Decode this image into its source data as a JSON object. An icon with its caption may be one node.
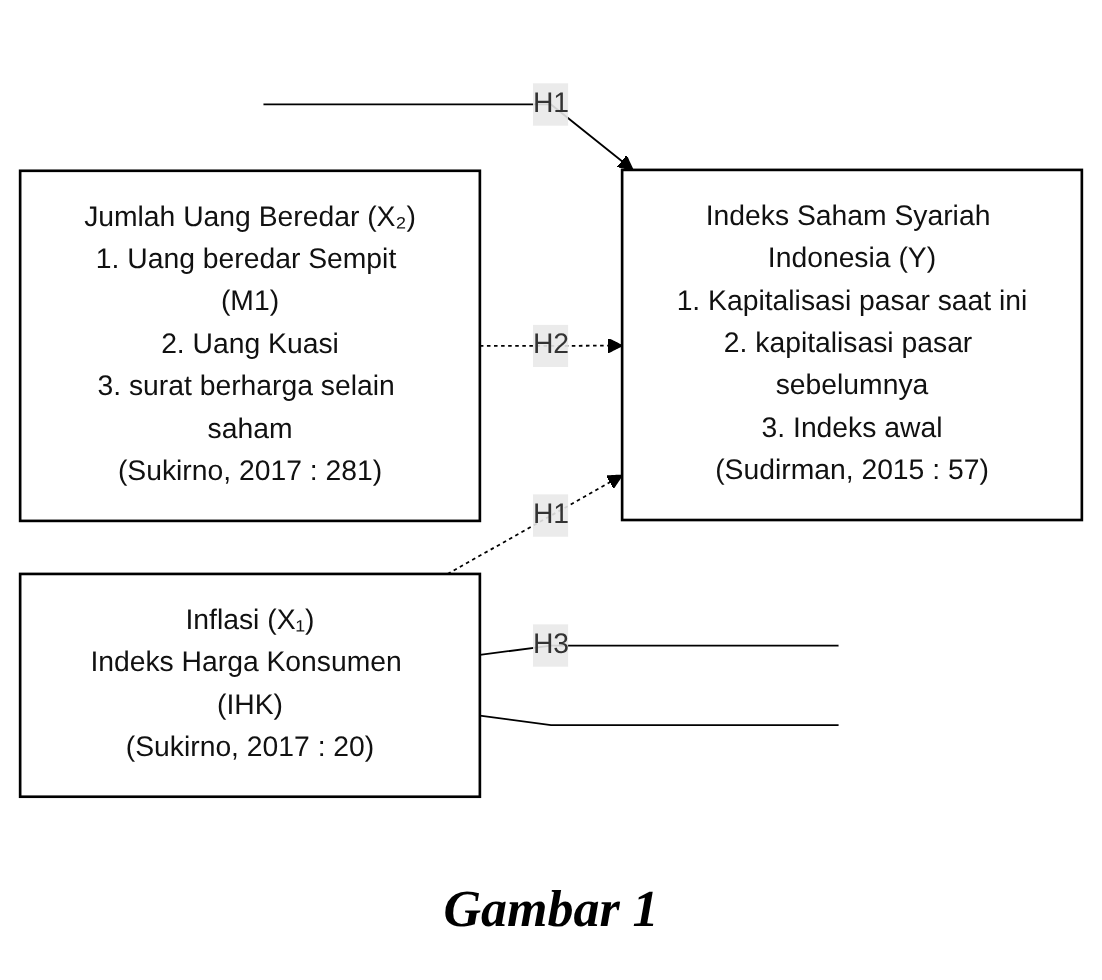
{
  "diagram": {
    "caption": "Gambar 1",
    "nodes": [
      {
        "text": [
          "Inflasi (X₁)",
          "Indeks Harga Konsumen (IHK)",
          "(Sukirno, 2017 : 20)"
        ]
      },
      {
        "text": [
          "Jumlah Uang Beredar (X₂)",
          "1. Uang beredar Sempit (M1)",
          "2. Uang Kuasi",
          "3. surat berharga selain saham",
          "(Sukirno, 2017 : 281)"
        ]
      },
      {
        "text": [
          "Indeks Saham Syariah Indonesia (Y)",
          "1. Kapitalisasi pasar saat ini",
          "2. kapitalisasi pasar sebelumnya",
          "3. Indeks awal",
          "(Sudirman, 2015 : 57)"
        ]
      }
    ],
    "edges": [
      {
        "from": 0,
        "to": 2,
        "arrow": "to",
        "label": "H1",
        "style": "dashed"
      },
      {
        "from": null,
        "to": 2,
        "arrow": "to",
        "label": "H1"
      },
      {
        "from": 1,
        "to": 2,
        "arrow": "to",
        "label": "H2",
        "style": "dashed"
      },
      {
        "from": 0,
        "to": null,
        "arrow": "none",
        "label": "H3"
      },
      {
        "from": 0,
        "to": null,
        "arrow": "none"
      }
    ]
  }
}
